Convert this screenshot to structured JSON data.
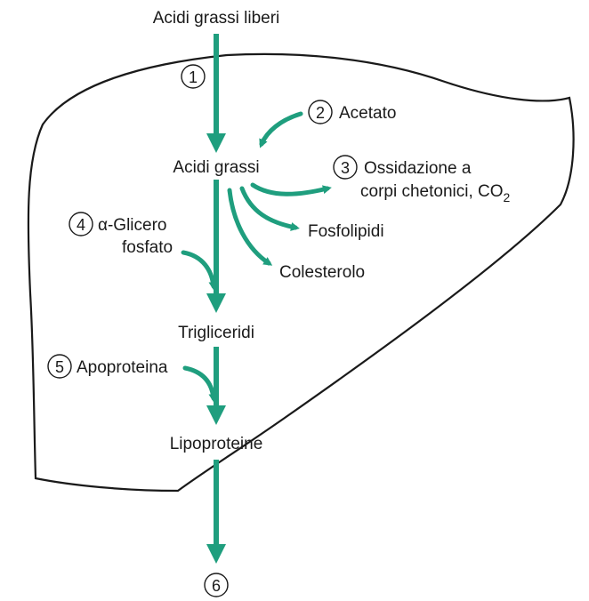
{
  "colors": {
    "arrow": "#1f9e7e",
    "outline": "#1a1a1a",
    "background": "#ffffff"
  },
  "labels": {
    "free_fatty_acids": "Acidi grassi liberi",
    "acetate": "Acetato",
    "fatty_acids": "Acidi grassi",
    "oxidation_line1": "Ossidazione a",
    "oxidation_line2": "corpi chetonici, CO",
    "oxidation_subscript": "2",
    "glycero_line1": "α-Glicero",
    "glycero_line2": "fosfato",
    "phospholipids": "Fosfolipidi",
    "cholesterol": "Colesterolo",
    "triglycerides": "Trigliceridi",
    "apoprotein": "Apoproteina",
    "lipoproteins": "Lipoproteine"
  },
  "steps": [
    "1",
    "2",
    "3",
    "4",
    "5",
    "6"
  ]
}
